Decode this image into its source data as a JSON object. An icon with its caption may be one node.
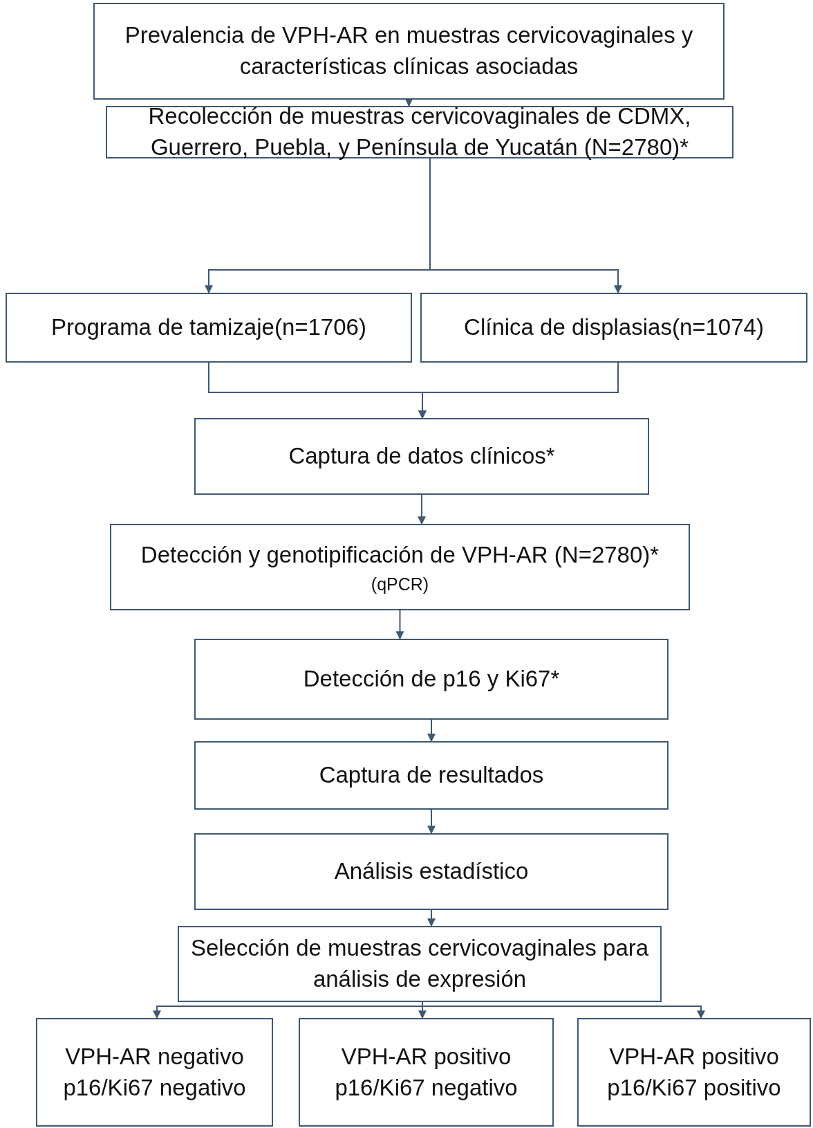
{
  "diagram": {
    "nodes": [
      {
        "text": [
          "Prevalencia de VPH-AR en muestras cervicovaginales y características clínicas asociadas"
        ]
      },
      {
        "text": [
          "Recolección de muestras cervicovaginales de CDMX, Guerrero, Puebla, y Península de Yucatán (N=2780)*"
        ]
      },
      {
        "text": [
          "Programa de tamizaje(n=1706)"
        ]
      },
      {
        "text": [
          "Clínica de displasias(n=1074)"
        ]
      },
      {
        "text": [
          "Captura de datos clínicos*"
        ]
      },
      {
        "text": [
          "Detección y genotipificación de VPH-AR (N=2780)*",
          "(qPCR)"
        ]
      },
      {
        "text": [
          "Detección de p16 y Ki67*"
        ]
      },
      {
        "text": [
          "Captura de resultados"
        ]
      },
      {
        "text": [
          "Análisis estadístico"
        ]
      },
      {
        "text": [
          "Selección de muestras cervicovaginales para análisis de expresión"
        ]
      },
      {
        "text": [
          "VPH-AR negativo p16/Ki67 negativo"
        ]
      },
      {
        "text": [
          "VPH-AR positivo p16/Ki67 negativo"
        ]
      },
      {
        "text": [
          "VPH-AR positivo p16/Ki67 positivo"
        ]
      }
    ],
    "edges": [
      {
        "from": 0,
        "to": 1,
        "arrow": "to"
      },
      {
        "from": 1,
        "to": 2,
        "arrow": "to"
      },
      {
        "from": 1,
        "to": 3,
        "arrow": "to"
      },
      {
        "from": 2,
        "to": 4,
        "arrow": "to"
      },
      {
        "from": 3,
        "to": 4,
        "arrow": "to"
      },
      {
        "from": 4,
        "to": 5,
        "arrow": "to"
      },
      {
        "from": 5,
        "to": 6,
        "arrow": "to"
      },
      {
        "from": 6,
        "to": 7,
        "arrow": "to"
      },
      {
        "from": 7,
        "to": 8,
        "arrow": "to"
      },
      {
        "from": 8,
        "to": 9,
        "arrow": "to"
      },
      {
        "from": 9,
        "to": 10,
        "arrow": "to"
      },
      {
        "from": 9,
        "to": 11,
        "arrow": "to"
      },
      {
        "from": 9,
        "to": 12,
        "arrow": "to"
      }
    ]
  }
}
